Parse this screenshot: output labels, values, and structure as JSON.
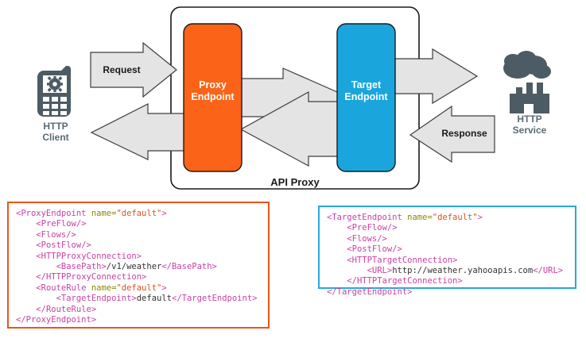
{
  "diagram": {
    "outer_box_label": "API Proxy",
    "nodes": [
      {
        "id": "proxy-endpoint",
        "label": "Proxy\nEndpoint",
        "color": "#fb6318"
      },
      {
        "id": "target-endpoint",
        "label": "Target\nEndpoint",
        "color": "#1aa6dd"
      }
    ],
    "arrows": [
      {
        "id": "request-arrow",
        "label": "Request",
        "direction": "right"
      },
      {
        "id": "proxy-to-target-arrow",
        "label": "",
        "direction": "right"
      },
      {
        "id": "target-to-service-arrow",
        "label": "",
        "direction": "right"
      },
      {
        "id": "service-to-target-arrow",
        "label": "Response",
        "direction": "left"
      },
      {
        "id": "target-to-proxy-arrow",
        "label": "",
        "direction": "left"
      },
      {
        "id": "proxy-to-client-arrow",
        "label": "",
        "direction": "left"
      }
    ],
    "endpoints": [
      {
        "id": "http-client",
        "icon": "mobile-phone-gear-icon",
        "label": "HTTP\nClient",
        "color": "#4c5b64"
      },
      {
        "id": "http-service",
        "icon": "cloud-factory-icon",
        "label": "HTTP\nService",
        "color": "#4c5b64"
      }
    ]
  },
  "code": {
    "proxy": {
      "border_color": "#e8561b",
      "lines": [
        [
          {
            "t": "tg",
            "v": "<ProxyEndpoint "
          },
          {
            "t": "at",
            "v": "name="
          },
          {
            "t": "av",
            "v": "\"default\""
          },
          {
            "t": "tg",
            "v": ">"
          }
        ],
        [
          {
            "t": "tx",
            "v": "    "
          },
          {
            "t": "tg",
            "v": "<PreFlow/>"
          }
        ],
        [
          {
            "t": "tx",
            "v": "    "
          },
          {
            "t": "tg",
            "v": "<Flows/>"
          }
        ],
        [
          {
            "t": "tx",
            "v": "    "
          },
          {
            "t": "tg",
            "v": "<PostFlow/>"
          }
        ],
        [
          {
            "t": "tx",
            "v": "    "
          },
          {
            "t": "tg",
            "v": "<HTTPProxyConnection>"
          }
        ],
        [
          {
            "t": "tx",
            "v": "        "
          },
          {
            "t": "tg",
            "v": "<BasePath>"
          },
          {
            "t": "tx",
            "v": "/v1/weather"
          },
          {
            "t": "tg",
            "v": "</BasePath>"
          }
        ],
        [
          {
            "t": "tx",
            "v": "    "
          },
          {
            "t": "tg",
            "v": "</HTTPProxyConnection>"
          }
        ],
        [
          {
            "t": "tx",
            "v": "    "
          },
          {
            "t": "tg",
            "v": "<RouteRule "
          },
          {
            "t": "at",
            "v": "name="
          },
          {
            "t": "av",
            "v": "\"default\""
          },
          {
            "t": "tg",
            "v": ">"
          }
        ],
        [
          {
            "t": "tx",
            "v": "        "
          },
          {
            "t": "tg",
            "v": "<TargetEndpoint>"
          },
          {
            "t": "tx",
            "v": "default"
          },
          {
            "t": "tg",
            "v": "</TargetEndpoint>"
          }
        ],
        [
          {
            "t": "tx",
            "v": "    "
          },
          {
            "t": "tg",
            "v": "</RouteRule>"
          }
        ],
        [
          {
            "t": "tg",
            "v": "</ProxyEndpoint>"
          }
        ]
      ]
    },
    "target": {
      "border_color": "#29a8df",
      "lines": [
        [
          {
            "t": "tg",
            "v": "<TargetEndpoint "
          },
          {
            "t": "at",
            "v": "name="
          },
          {
            "t": "av",
            "v": "\"default\""
          },
          {
            "t": "tg",
            "v": ">"
          }
        ],
        [
          {
            "t": "tx",
            "v": "    "
          },
          {
            "t": "tg",
            "v": "<PreFlow/>"
          }
        ],
        [
          {
            "t": "tx",
            "v": "    "
          },
          {
            "t": "tg",
            "v": "<Flows/>"
          }
        ],
        [
          {
            "t": "tx",
            "v": "    "
          },
          {
            "t": "tg",
            "v": "<PostFlow/>"
          }
        ],
        [
          {
            "t": "tx",
            "v": "    "
          },
          {
            "t": "tg",
            "v": "<HTTPTargetConnection>"
          }
        ],
        [
          {
            "t": "tx",
            "v": "        "
          },
          {
            "t": "tg",
            "v": "<URL>"
          },
          {
            "t": "tx",
            "v": "http://weather.yahooapis.com"
          },
          {
            "t": "tg",
            "v": "</URL>"
          }
        ],
        [
          {
            "t": "tx",
            "v": "    "
          },
          {
            "t": "tg",
            "v": "</HTTPTargetConnection>"
          }
        ],
        [
          {
            "t": "tg",
            "v": "</TargetEndpoint>"
          }
        ]
      ]
    }
  },
  "colors": {
    "orange": "#fb6318",
    "blue": "#1aa6dd",
    "arrow_fill": "#e4e4e4",
    "arrow_stroke": "#3d3d3d",
    "icon_gray": "#4c5b64",
    "label_gray": "#5a6b75"
  }
}
